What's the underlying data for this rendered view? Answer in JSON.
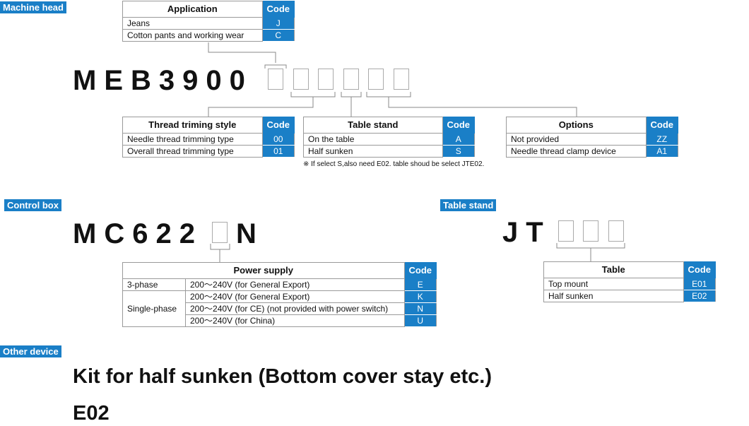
{
  "sections": {
    "machine_head": "Machine head",
    "control_box": "Control box",
    "table_stand": "Table stand",
    "other_device": "Other device"
  },
  "machine_head": {
    "model": "MEB3900",
    "application": {
      "header": "Application",
      "code_header": "Code",
      "rows": [
        {
          "label": "Jeans",
          "code": "J"
        },
        {
          "label": "Cotton pants and working wear",
          "code": "C"
        }
      ]
    },
    "thread_trimming": {
      "header": "Thread triming style",
      "code_header": "Code",
      "rows": [
        {
          "label": "Needle thread trimming type",
          "code": "00"
        },
        {
          "label": "Overall thread trimming type",
          "code": "01"
        }
      ]
    },
    "table_stand": {
      "header": "Table stand",
      "code_header": "Code",
      "rows": [
        {
          "label": "On the table",
          "code": "A"
        },
        {
          "label": "Half sunken",
          "code": "S"
        }
      ],
      "note": "※ If select S,also need E02. table shoud be select JTE02."
    },
    "options": {
      "header": "Options",
      "code_header": "Code",
      "rows": [
        {
          "label": "Not provided",
          "code": "ZZ"
        },
        {
          "label": "Needle thread clamp device",
          "code": "A1"
        }
      ]
    }
  },
  "control_box": {
    "model_prefix": "MC622",
    "model_suffix": "N",
    "power_supply": {
      "header": "Power supply",
      "code_header": "Code",
      "phase_3": "3-phase",
      "phase_single": "Single-phase",
      "rows": [
        {
          "label": "200～240V (for General Export)",
          "code": "E"
        },
        {
          "label": "200～240V (for General Export)",
          "code": "K"
        },
        {
          "label": "200～240V (for CE) (not provided with power switch)",
          "code": "N"
        },
        {
          "label": "200～240V (for China)",
          "code": "U"
        }
      ]
    }
  },
  "table_stand": {
    "model": "JT",
    "table": {
      "header": "Table",
      "code_header": "Code",
      "rows": [
        {
          "label": "Top mount",
          "code": "E01"
        },
        {
          "label": "Half sunken",
          "code": "E02"
        }
      ]
    }
  },
  "other_device": {
    "name": "Kit for half sunken (Bottom cover stay etc.)",
    "code": "E02"
  },
  "colors": {
    "accent": "#1a7fc7"
  }
}
